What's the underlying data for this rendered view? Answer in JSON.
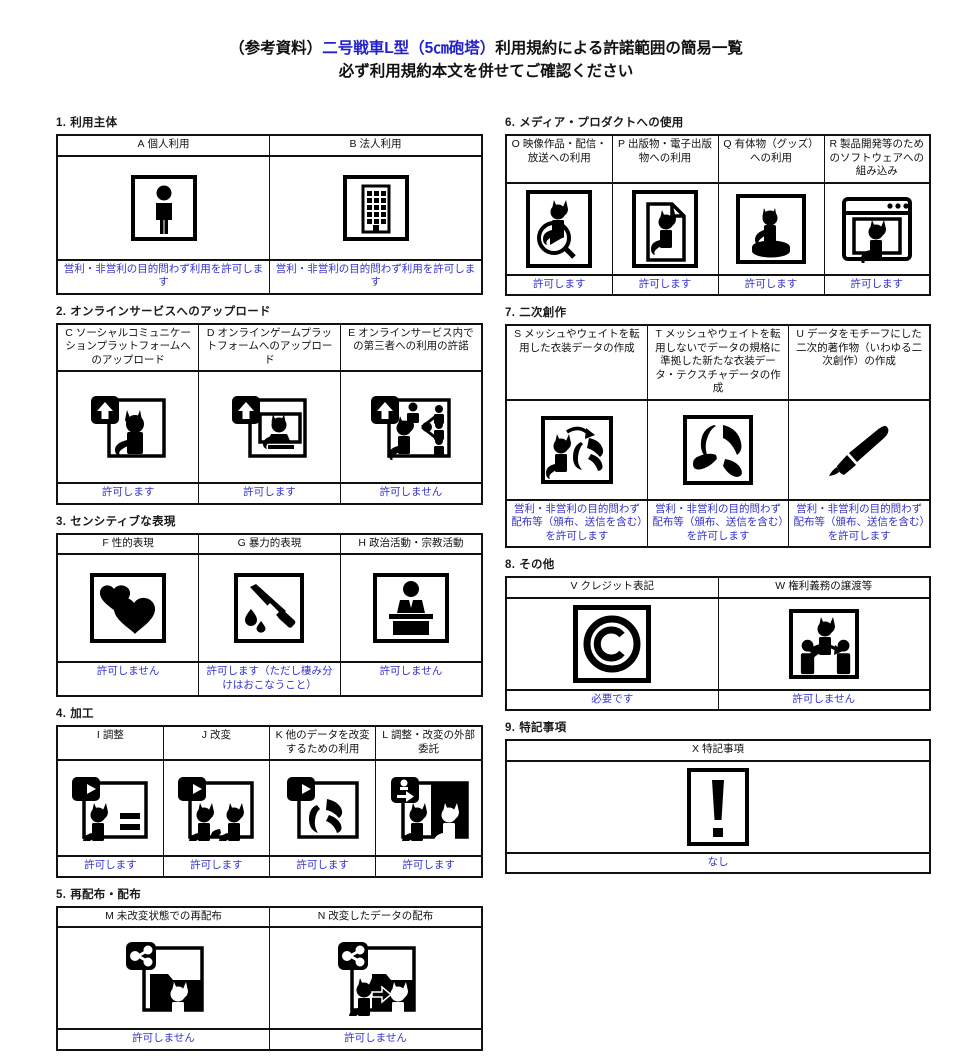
{
  "title": {
    "line1_prefix": "（参考資料）",
    "line1_highlight": "二号戦車L型（5㎝砲塔）",
    "line1_suffix": "利用規約による許諾範囲の簡易一覧",
    "line2": "必ず利用規約本文を併せてご確認ください",
    "highlight_color": "#2222cc"
  },
  "permission_color": "#3333cc",
  "sections": [
    {
      "number": "1.",
      "label": "利用主体",
      "column": "left",
      "columns": 2,
      "cells": [
        {
          "id": "A",
          "header": "個人利用",
          "icon": "person-icon",
          "status": "営利・非営利の目的問わず利用を許可します"
        },
        {
          "id": "B",
          "header": "法人利用",
          "icon": "building-icon",
          "status": "営利・非営利の目的問わず利用を許可します"
        }
      ]
    },
    {
      "number": "2.",
      "label": "オンラインサービスへのアップロード",
      "column": "left",
      "columns": 3,
      "cells": [
        {
          "id": "C",
          "header": "ソーシャルコミュニケーションプラットフォームへのアップロード",
          "icon": "upload-cat-person-icon",
          "status": "許可します"
        },
        {
          "id": "D",
          "header": "オンラインゲームプラットフォームへのアップロード",
          "icon": "upload-cat-monitor-icon",
          "status": "許可します"
        },
        {
          "id": "E",
          "header": "オンラインサービス内での第三者への利用の許諾",
          "icon": "upload-cat-share-people-icon",
          "status": "許可しません"
        }
      ]
    },
    {
      "number": "3.",
      "label": "センシティブな表現",
      "column": "left",
      "columns": 3,
      "cells": [
        {
          "id": "F",
          "header": "性的表現",
          "icon": "hearts-icon",
          "status": "許可しません"
        },
        {
          "id": "G",
          "header": "暴力的表現",
          "icon": "knife-blood-icon",
          "status": "許可します（ただし棲み分けはおこなうこと）"
        },
        {
          "id": "H",
          "header": "政治活動・宗教活動",
          "icon": "podium-speaker-icon",
          "status": "許可しません"
        }
      ]
    },
    {
      "number": "4.",
      "label": "加工",
      "column": "left",
      "columns": 4,
      "cells": [
        {
          "id": "I",
          "header": "調整",
          "icon": "arrow-cat-equals-icon",
          "status": "許可します"
        },
        {
          "id": "J",
          "header": "改変",
          "icon": "arrow-cat-cat-icon",
          "status": "許可します"
        },
        {
          "id": "K",
          "header": "他のデータを改変するための利用",
          "icon": "arrow-cat-mesh-icon",
          "status": "許可します"
        },
        {
          "id": "L",
          "header": "調整・改変の外部委託",
          "icon": "arrow-cat-invert-icon",
          "status": "許可します"
        }
      ]
    },
    {
      "number": "5.",
      "label": "再配布・配布",
      "column": "left",
      "columns": 2,
      "cells": [
        {
          "id": "M",
          "header": "未改変状態での再配布",
          "icon": "share-folder-cat-icon",
          "status": "許可しません"
        },
        {
          "id": "N",
          "header": "改変したデータの配布",
          "icon": "share-folder-cat-arrow-icon",
          "status": "許可しません"
        }
      ]
    },
    {
      "number": "6.",
      "label": "メディア・プロダクトへの使用",
      "column": "right",
      "columns": 4,
      "cells": [
        {
          "id": "O",
          "header": "映像作品・配信・放送への利用",
          "icon": "play-cat-icon",
          "status": "許可します"
        },
        {
          "id": "P",
          "header": "出版物・電子出版物への利用",
          "icon": "document-cat-icon",
          "status": "許可します"
        },
        {
          "id": "Q",
          "header": "有体物（グッズ）への利用",
          "icon": "figurine-cat-icon",
          "status": "許可します"
        },
        {
          "id": "R",
          "header": "製品開発等のためのソフトウェアへの組み込み",
          "icon": "window-cat-icon",
          "status": "許可します"
        }
      ]
    },
    {
      "number": "7.",
      "label": "二次創作",
      "column": "right",
      "columns": 3,
      "cells": [
        {
          "id": "S",
          "header": "メッシュやウェイトを転用した衣装データの作成",
          "icon": "cat-to-mesh-icon",
          "status": "営利・非営利の目的問わず配布等（頒布、送信を含む）を許可します"
        },
        {
          "id": "T",
          "header": "メッシュやウェイトを転用しないでデータの規格に準拠した新たな衣装データ・テクスチャデータの作成",
          "icon": "mesh-icon",
          "status": "営利・非営利の目的問わず配布等（頒布、送信を含む）を許可します"
        },
        {
          "id": "U",
          "header": "データをモチーフにした二次的著作物（いわゆる二次創作）の作成",
          "icon": "brush-icon",
          "status": "営利・非営利の目的問わず配布等（頒布、送信を含む）を許可します"
        }
      ]
    },
    {
      "number": "8.",
      "label": "その他",
      "column": "right",
      "columns": 2,
      "cells": [
        {
          "id": "V",
          "header": "クレジット表記",
          "icon": "copyright-icon",
          "status": "必要です"
        },
        {
          "id": "W",
          "header": "権利義務の譲渡等",
          "icon": "transfer-people-cat-icon",
          "status": "許可しません"
        }
      ]
    },
    {
      "number": "9.",
      "label": "特記事項",
      "column": "right",
      "columns": 1,
      "cells": [
        {
          "id": "X",
          "header": "特記事項",
          "icon": "exclamation-icon",
          "status": "なし"
        }
      ]
    }
  ]
}
